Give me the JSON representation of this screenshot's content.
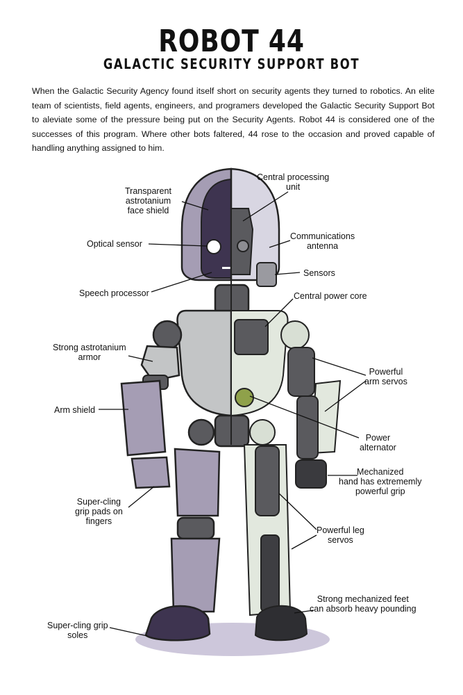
{
  "title": "ROBOT 44",
  "subtitle": "GALACTIC SECURITY SUPPORT BOT",
  "intro": "When the Galactic Security Agency found itself short on security agents they turned to robotics.  An elite team of scientists, field agents, engineers, and programers developed the Galactic Security Support Bot to aleviate some of the pressure being put on the Security Agents.  Robot 44 is considered one of the successes of this program.  Where other bots faltered, 44 rose to the occasion and proved capable of handling anything assigned to him.",
  "labels": {
    "face_shield": "Transparent\nastrotanium\nface shield",
    "cpu": "Central processing\nunit",
    "optical": "Optical sensor",
    "antenna": "Communications\nantenna",
    "sensors": "Sensors",
    "speech": "Speech processor",
    "power_core": "Central power core",
    "armor": "Strong astrotanium\narmor",
    "arm_servos": "Powerful\narm servos",
    "arm_shield": "Arm shield",
    "alternator": "Power\nalternator",
    "hand": "Mechanized\nhand has extrememly\npowerful grip",
    "grip_pads": "Super-cling\ngrip pads on\nfingers",
    "leg_servos": "Powerful leg\nservos",
    "feet": "Strong mechanized feet\ncan absorb heavy pounding",
    "soles": "Super-cling grip\nsoles"
  },
  "colors": {
    "armor_purple": "#a59db4",
    "dark_purple": "#3e3450",
    "internal_gray": "#5a5a5e",
    "transparent_shell": "#d9e2d6",
    "shadow": "#cdc7db"
  }
}
